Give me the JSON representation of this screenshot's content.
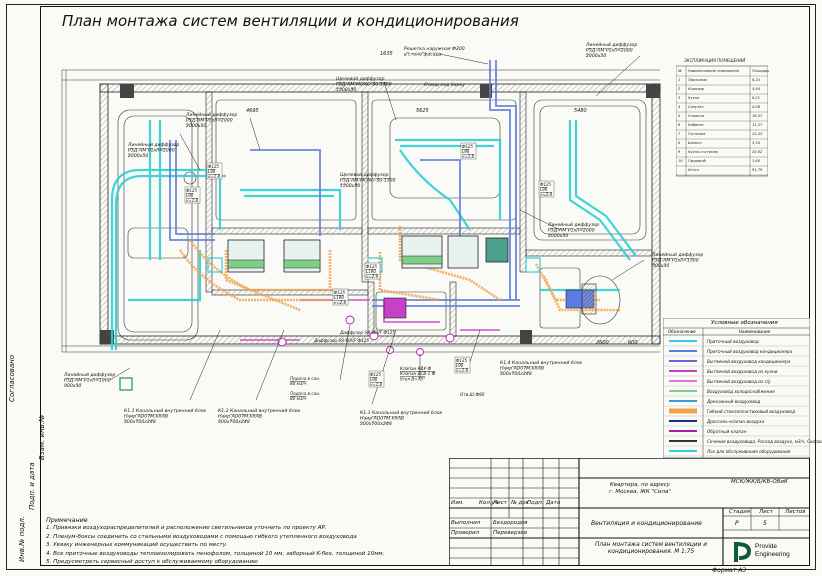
{
  "sheet": {
    "title": "План монтажа систем вентиляции и кондиционирования",
    "format": "Формат А3",
    "side_labels": [
      "Согласовано",
      "Инв.№ подл.",
      "Подп. и дата",
      "Взам. инв.№"
    ]
  },
  "labels": {
    "diffuser_left": "Линейный диффузор\nРЗД-ЛМ Р1х/l=1900\n900х30",
    "diffuser_room1": "Линейный диффузор\nРЗД-ЛМ Р1х/l=2000\n2000х30",
    "diffuser_room1b": "Линейный диффузор\nРЗД-ЛМ Р1х/l=2000\n2000х30",
    "diffuser_top": "Щелевой диффузор\nРЗД-ЛМ-MONO-S0-1500\n1500х50",
    "grille_facade": "Решетка наружная Ф200\nв стене фасада",
    "under_roof": "Отвод под балку",
    "diffuser_room3": "Щелевой диффузор\nРЗД-ЛМ-MONO-S0-1500\n1500х50",
    "diffuser_room4": "Линейный диффузор\nРЗД-ЛМ Р1х/l=2000\n2000х30",
    "diffuser_room4b": "Линейный диффузор\nРЗД-ЛМ Р1х/l=2000\n2000х30",
    "diffuser_right": "Линейный диффузор\nРЗД-ЛМ Р1х/l=1500\n500х30",
    "unit_k11": "К1.1 Канальный внутренний блок\nНаир AD07M.KRAB\n300х700х248",
    "unit_k12": "К1.2 Канальный внутренний блок\nНаир AD07M.KRAB\n300х700х248",
    "unit_k13": "К1.3 Канальный внутренний блок\nНаир AD07M.KRAB\n300х700х248",
    "unit_k14": "К1.4 Канальный внутренний блок\nНаир AD07M.KRAB\n300х700х248",
    "diffuser_sr": "Диффузор SR-80VF Ф125",
    "diffuser_sr2": "Диффузор SR-80VF Ф125",
    "supply_air": "Подача в сан.\n80 м3/ч",
    "supply_air2": "Подача в сан.\n80 м3/ч",
    "valve": "Клапан КВУ-Ф\nКлапан ВСВ-1 Ф\nУгол В=75°",
    "grille_vent": "Отв.Ш-Ф80",
    "dim_1635": "1635",
    "dim_4695": "4695",
    "dim_5625": "5625",
    "dim_5480": "5480",
    "dim_2600": "2600",
    "dim_600": "600"
  },
  "flows": [
    "Ф125\nL90\nv=1.8",
    "Ф125\nL90\nv=1.8",
    "Ф125\nL190\nv=2.8",
    "Ф125\nL190\nv=2.9",
    "Ф125\nL90\nv=1.8",
    "Ф125\nL90\nv=2.4",
    "Ф125\nL90\nv=1.8",
    "Ф125\nL90\nv=1.8"
  ],
  "room_table": {
    "title": "ЭКСПЛИКАЦИЯ ПОМЕЩЕНИЙ",
    "header": [
      "№",
      "Наименование помещения",
      "Площадь"
    ],
    "rows": [
      [
        "1",
        "Прихожая",
        "6,24"
      ],
      [
        "2",
        "Коридор",
        "4,84"
      ],
      [
        "3",
        "Кухня",
        "8,21"
      ],
      [
        "4",
        "Санузел",
        "5,06"
      ],
      [
        "5",
        "Спальня",
        "16,57"
      ],
      [
        "6",
        "Кабинет",
        "11,57"
      ],
      [
        "7",
        "Гостиная",
        "15,43"
      ],
      [
        "8",
        "Балкон",
        "3,20"
      ],
      [
        "9",
        "Кухня-гостиная",
        "20,82"
      ],
      [
        "10",
        "Гардероб",
        "3,80"
      ],
      [
        "",
        "Итого",
        "91,79"
      ]
    ]
  },
  "legend": {
    "title": "Условные обозначения",
    "header": [
      "Обозначение",
      "Наименование"
    ],
    "items": [
      {
        "name": "Приточный воздуховод",
        "color": "#2ecfd6"
      },
      {
        "name": "Приточный воздуховод кондиционера",
        "color": "#5b7be0"
      },
      {
        "name": "Вытяжной воздуховод кондиционера",
        "color": "#7c5bd6"
      },
      {
        "name": "Вытяжной воздуховод из кухни",
        "color": "#c542c8"
      },
      {
        "name": "Вытяжной воздуховод из с/у",
        "color": "#e07ad6"
      },
      {
        "name": "Воздуховод холодоснабжения",
        "color": "#7fcf8a"
      },
      {
        "name": "Дренажный воздуховод",
        "color": "#3a9ad8"
      },
      {
        "name": "Гибкий стеклопластиковый воздуховод",
        "color": "#f0a44a"
      },
      {
        "name": "Дроссель-клапан воздуха",
        "color": "#1f2f8a"
      },
      {
        "name": "Обратный клапан",
        "color": "#b01ca8"
      },
      {
        "name": "Сечение воздуховода, Расход воздуха, м3/ч, Скорость м/с",
        "color": "#333333"
      },
      {
        "name": "Лаз для обслуживания оборудования",
        "color": "#2ecfd6"
      }
    ]
  },
  "notes": {
    "title": "Примечание",
    "items": [
      "1. Привязки воздухораспределителей и расположение светильников уточнить по проекту АР.",
      "2. Пленум-боксы соединить со стальными воздуховодами с помощью гибкого утепленного воздуховода",
      "3. Увязку инженерных коммуникаций осуществить по месту.",
      "4. Все приточные воздуховоды теплоизолировать пенофолом, толщиной 10 мм, заборный K-flex, толщиной 10мм.",
      "5. Предусмотреть сервисный доступ к обслуживаемому оборудованию"
    ]
  },
  "stamp": {
    "code": "МСК/ЖК/Б/КВ-ОВиК",
    "address": "Квартира, по адресу\nг. Москва, ЖК \"Сила\"",
    "section": "Вентиляция и кондиционирование",
    "stage_header": "Стадия",
    "sheet_header": "Лист",
    "sheets_header": "Листов",
    "stage": "Р",
    "sheet_num": "5",
    "drawing_title": "План монтажа систем вентиляции и кондиционирования. М 1:75",
    "cols": [
      "Изм.",
      "Кол.уч",
      "Лист",
      "№ док",
      "Подп.",
      "Дата"
    ],
    "roles": [
      {
        "role": "Выполнил",
        "name": "Бездородов"
      },
      {
        "role": "Проверил",
        "name": "Переверзев"
      }
    ],
    "company": "Provide\nEngineering"
  }
}
